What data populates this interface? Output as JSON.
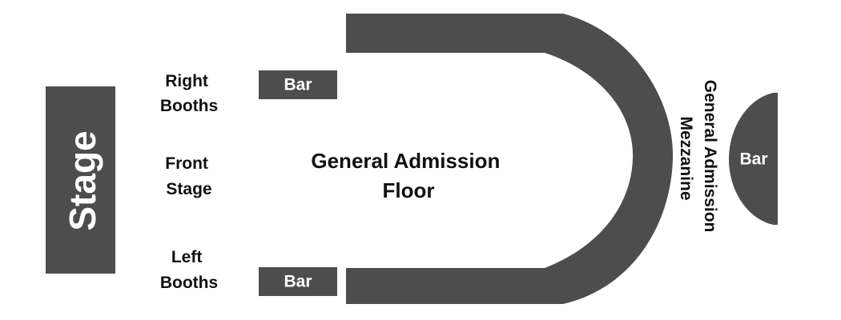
{
  "stage": {
    "label": "Stage"
  },
  "right_booths": {
    "line1": "Right",
    "line2": "Booths"
  },
  "front_stage": {
    "line1": "Front",
    "line2": "Stage"
  },
  "left_booths": {
    "line1": "Left",
    "line2": "Booths"
  },
  "bar_top": {
    "label": "Bar"
  },
  "bar_bottom": {
    "label": "Bar"
  },
  "bar_right": {
    "label": "Bar"
  },
  "ga_floor": {
    "line1": "General Admission",
    "line2": "Floor"
  },
  "ga_mezzanine": {
    "line1": "General Admission",
    "line2": "Mezzanine"
  },
  "colors": {
    "section": "#4d4d4d",
    "label_dark": "#111111",
    "label_light": "#ffffff"
  }
}
